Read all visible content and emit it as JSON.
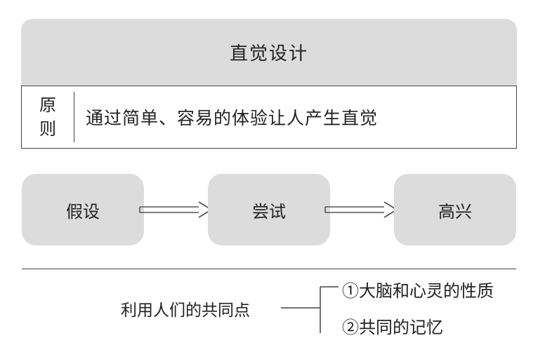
{
  "header": {
    "title": "直觉设计"
  },
  "principle": {
    "label_line1": "原",
    "label_line2": "则",
    "text": "通过简单、容易的体验让人产生直觉"
  },
  "flow": {
    "steps": [
      "假设",
      "尝试",
      "高兴"
    ]
  },
  "common_points": {
    "label": "利用人们的共同点",
    "items": [
      "①大脑和心灵的性质",
      "②共同的记忆"
    ]
  }
}
